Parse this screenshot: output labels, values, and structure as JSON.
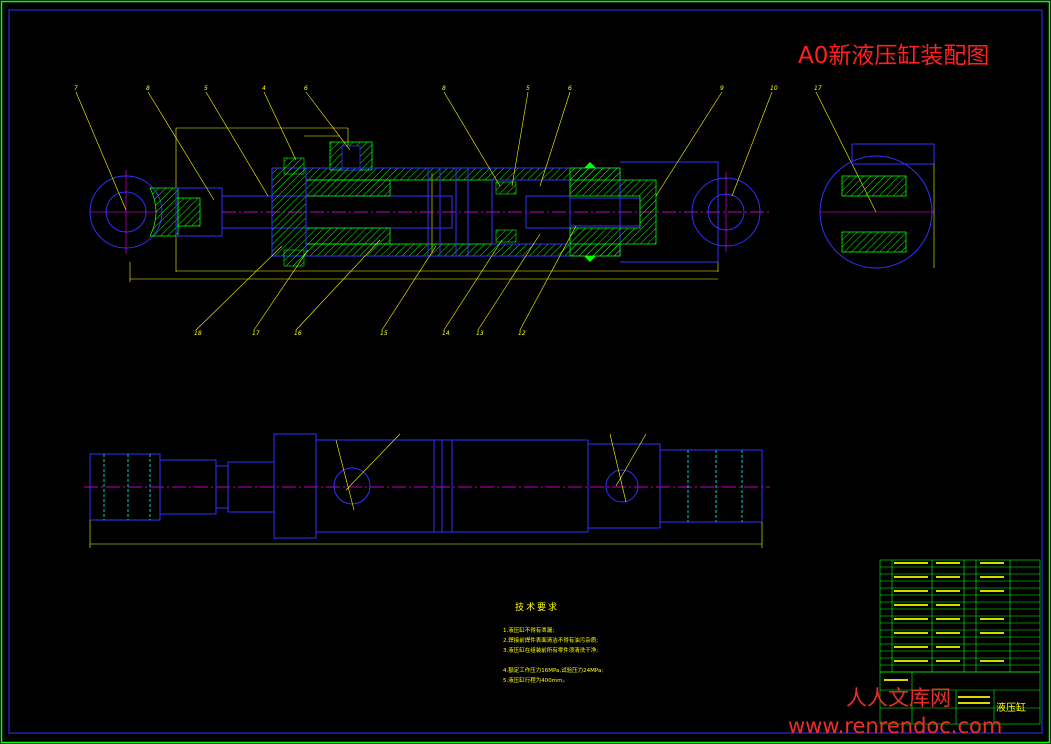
{
  "drawing": {
    "title": "A0新液压缸装配图",
    "part_numbers_top": [
      "7",
      "8",
      "5",
      "4",
      "6",
      "8",
      "5",
      "6",
      "9",
      "10",
      "17"
    ],
    "part_numbers_bottom": [
      "18",
      "17",
      "16",
      "15",
      "14",
      "13",
      "12"
    ],
    "tech_requirements": {
      "heading": "技术要求",
      "lines": [
        "1.液压缸不得有泄漏;",
        "2.焊接前焊件表面清洁不得有油污杂质;",
        "3.液压缸在组装前所有零件须清洗干净;",
        "",
        "4.额定工作压力16MPa,试验压力24MPa;",
        "5.液压缸行程为400mm。"
      ]
    },
    "title_block": {
      "name": "液压缸"
    },
    "watermark": {
      "cn": "人人文库网",
      "url": "www.renrendoc.com"
    },
    "colors": {
      "background": "#000000",
      "border": "#00ff00",
      "outline": "#3030ff",
      "hatch": "#00ff00",
      "leader": "#ffff00",
      "centerline": "#ff00ff",
      "hidden": "#00ffff",
      "title": "#ff2020"
    }
  }
}
